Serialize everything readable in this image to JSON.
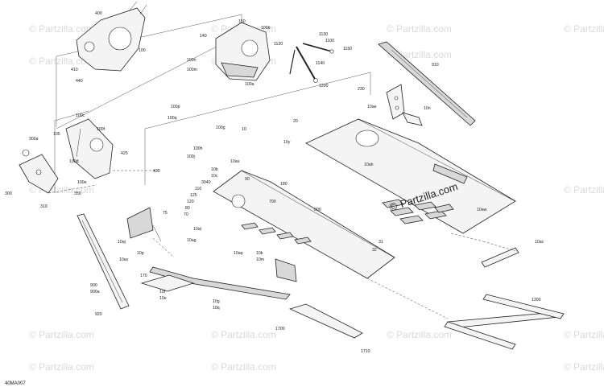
{
  "diagram": {
    "code": "40MA007",
    "watermark": "© Partzilla.com",
    "brand": "Partzilla.com",
    "copyright": "©",
    "labels": {
      "p400": "400",
      "p100": "100",
      "p410": "410",
      "p440": "440",
      "p150": "150",
      "p140": "140",
      "p100b": "100b",
      "p100n": "100n",
      "p100m": "100m",
      "p100a": "100a",
      "p1120": "1120",
      "p1130": "1130",
      "p1100": "1100",
      "p1150": "1150",
      "p1140": "1140",
      "p1200": "1200",
      "p910": "910",
      "p230": "230",
      "p10ae": "10ae",
      "p10n": "10n",
      "p100p": "100p",
      "p100q": "100q",
      "p100g": "100g",
      "p100h": "100h",
      "p100j": "100j",
      "p10": "10",
      "p20": "20",
      "p10y": "10y",
      "p10ah": "10ah",
      "p100c": "100c",
      "p100f": "100f",
      "p105": "105",
      "p425": "425",
      "p100d": "100d",
      "p100e": "100e",
      "p430": "430",
      "p300a": "300a",
      "p300": "300",
      "p350": "350",
      "p310": "310",
      "p10au": "10au",
      "p10b": "10b",
      "p10c": "10c",
      "p3040": "3040",
      "p110": "110",
      "p125": "125",
      "p120": "120",
      "p80": "80",
      "p70": "70",
      "p90": "90",
      "p180": "180",
      "p790": "790",
      "p800": "800",
      "p10aw": "10aw",
      "p10at": "10at",
      "p10ag": "10ag",
      "p10aq": "10aq",
      "p10k": "10k",
      "p10m": "10m",
      "p31": "31",
      "p32": "32",
      "p10ac": "10ac",
      "p75": "75",
      "p10aj": "10aj",
      "p10p": "10p",
      "p10av": "10av",
      "p170": "170",
      "p10f": "10f",
      "p10e": "10e",
      "p10g": "10g",
      "p10q": "10q",
      "p900": "900",
      "p900a": "900a",
      "p920": "920",
      "p1300": "1300",
      "p1700": "1700",
      "p1710": "1710"
    }
  }
}
